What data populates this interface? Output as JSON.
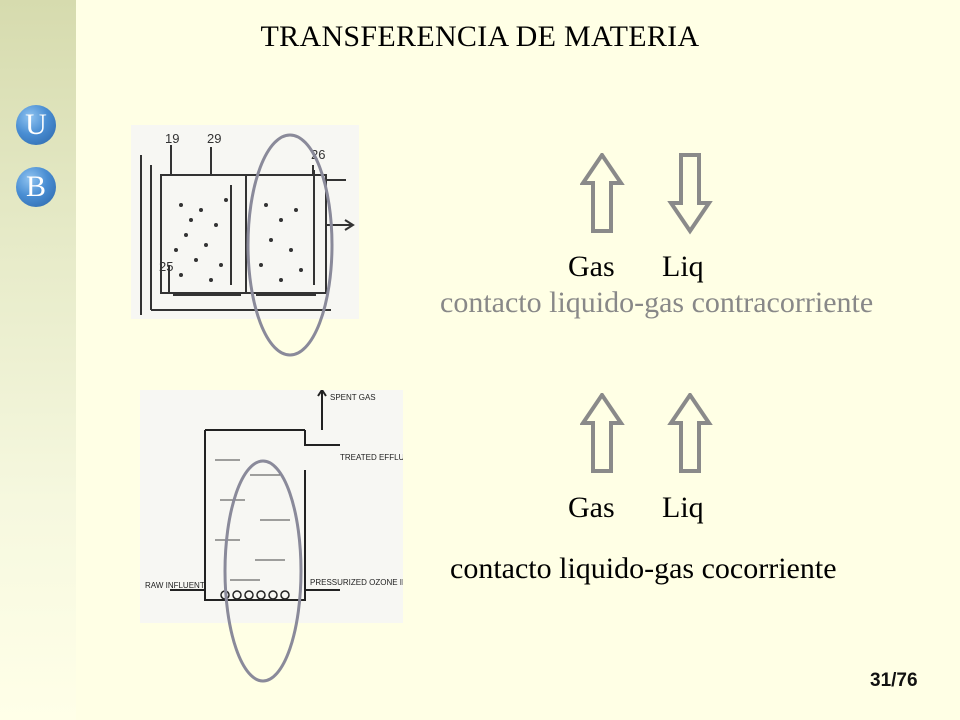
{
  "logo": {
    "letter_top": "U",
    "letter_bottom": "B",
    "color": "#4A8ED3"
  },
  "slide": {
    "title": "TRANSFERENCIA DE MATERIA",
    "page_number": "31/76"
  },
  "top_diagram": {
    "callouts": [
      "19",
      "29",
      "26",
      "25"
    ],
    "arrow_gas_direction": "up",
    "arrow_liq_direction": "down",
    "gas_label": "Gas",
    "liq_label": "Liq",
    "caption": "contacto liquido-gas contracorriente",
    "caption_color": "#888888"
  },
  "bottom_diagram": {
    "callouts": [
      "SPENT GAS",
      "TREATED EFFLUENT",
      "RAW INFLUENT",
      "PRESSURIZED OZONE INLET"
    ],
    "arrow_gas_direction": "up",
    "arrow_liq_direction": "up",
    "gas_label": "Gas",
    "liq_label": "Liq",
    "caption": "contacto liquido-gas cocorriente"
  },
  "highlight_color": "#8A8A9A",
  "arrow_color": "#8A8A8A"
}
